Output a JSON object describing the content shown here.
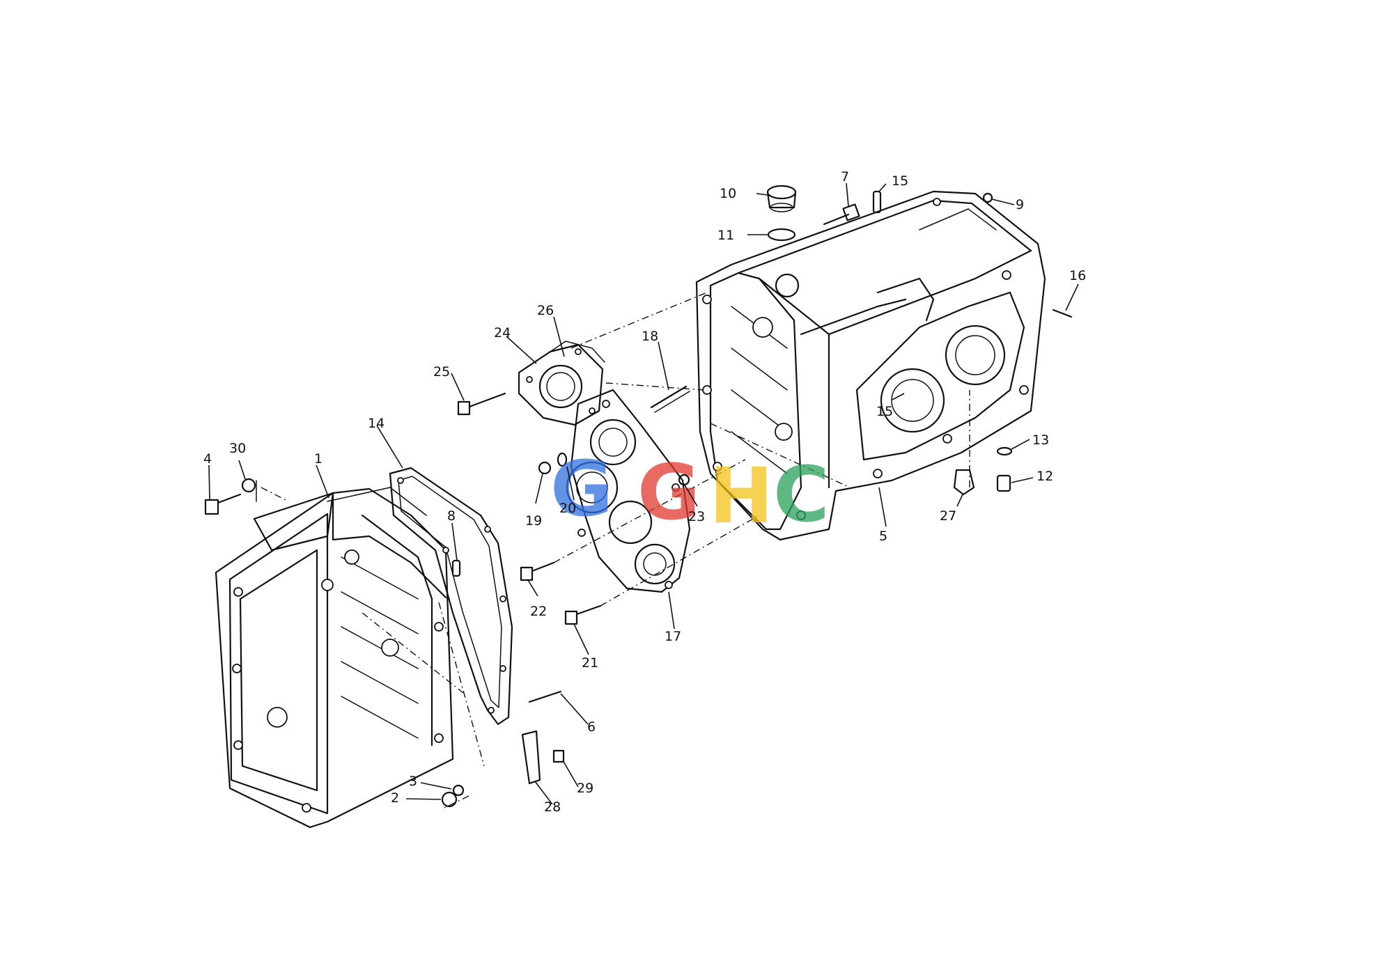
{
  "watermark": {
    "letters": [
      "G",
      "G",
      "H",
      "C"
    ],
    "colors": [
      "#2f6fe0",
      "#e03a2f",
      "#f2c318",
      "#2aa05a"
    ]
  },
  "callouts": [
    "1",
    "2",
    "3",
    "4",
    "5",
    "6",
    "7",
    "8",
    "9",
    "10",
    "11",
    "12",
    "13",
    "14",
    "15",
    "15",
    "16",
    "17",
    "18",
    "19",
    "20",
    "21",
    "22",
    "23",
    "24",
    "25",
    "26",
    "27",
    "28",
    "29",
    "30"
  ]
}
